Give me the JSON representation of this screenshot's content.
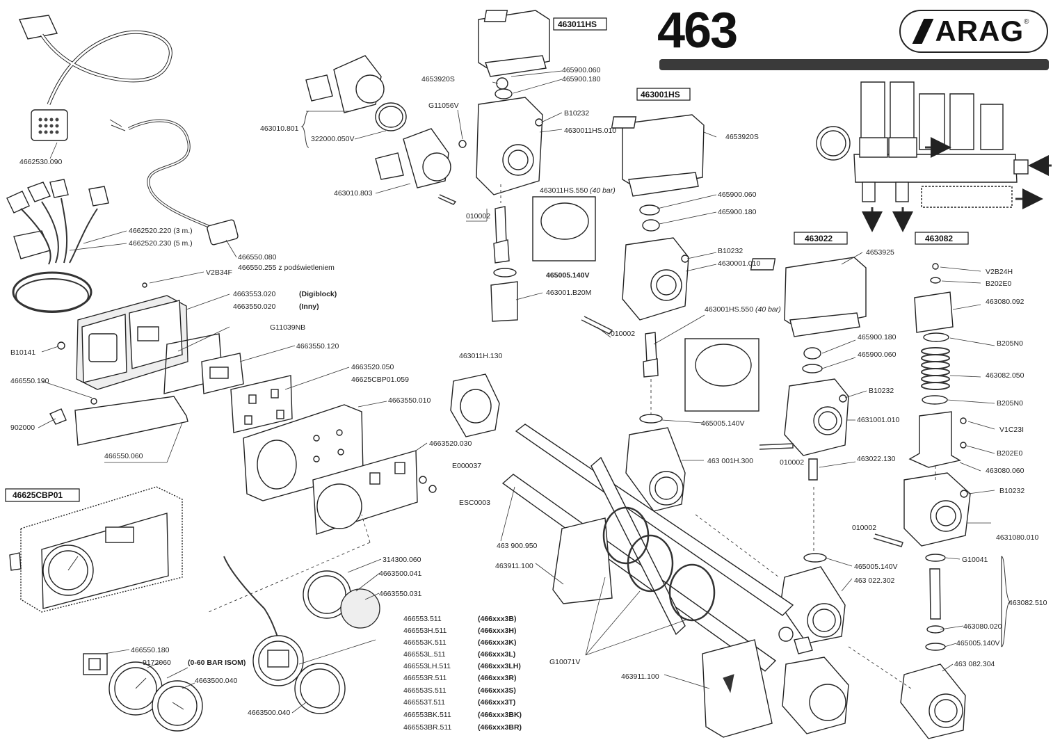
{
  "header": {
    "model_number": "463",
    "brand": "ARAG",
    "brand_mark": "®"
  },
  "boxes": {
    "b1": "463011HS",
    "b2": "463001HS",
    "b3": "463022",
    "b4": "463082",
    "b5": "46625CBP01"
  },
  "labels": {
    "l1": "4662530.090",
    "l2": "4662520.220 (3 m.)",
    "l3": "4662520.230 (5 m.)",
    "l4": "466550.080",
    "l5": "466550.255 z podświetleniem",
    "l6": "V2B34F",
    "l7": "4663553.020",
    "l8": "(Digiblock)",
    "l9": "4663550.020",
    "l10": "(Inny)",
    "l11": "G11039NB",
    "l12": "4663550.120",
    "l13": "4663520.050",
    "l14": "46625CBP01.059",
    "l15": "4663550.010",
    "l16": "4663520.030",
    "l17": "E000037",
    "l18": "ESC0003",
    "l19": "B10141",
    "l20": "466550.190",
    "l21": "902000",
    "l22": "466550.060",
    "l23": "463011H.130",
    "l24": "463 900.950",
    "l25": "463911.100",
    "l26": "G10071V",
    "l27": "463911.100",
    "l28": "314300.060",
    "l29": "4663500.041",
    "l30": "4663550.031",
    "l31": "466550.180",
    "l32": "9172060",
    "l33": "(0-60 BAR ISOM)",
    "l34": "4663500.040",
    "l35": "4663500.040",
    "l36": "4653920S",
    "l37": "465900.060",
    "l38": "465900.180",
    "l39": "G11056V",
    "l40": "B10232",
    "l41": "4630011HS.010",
    "l42": "463010.801",
    "l43": "322000.050V",
    "l44": "463010.803",
    "l45": "463011HS.550",
    "l46": "(40 bar)",
    "l47": "010002",
    "l48": "465005.140V",
    "l49": "463001.B20M",
    "l50": "4653920S",
    "l51": "465900.060",
    "l52": "465900.180",
    "l53": "B10232",
    "l54": "4630001.010",
    "l55": "463001HS.550",
    "l56": "(40 bar)",
    "l57": "010002",
    "l58": "465005.140V",
    "l59": "463 001H.300",
    "l60": "4653925",
    "l61": "465900.180",
    "l62": "465900.060",
    "l63": "B10232",
    "l64": "4631001.010",
    "l65": "010002",
    "l66": "463022.130",
    "l67": "465005.140V",
    "l68": "463 022.302",
    "l69": "V2B24H",
    "l70": "B202E0",
    "l71": "463080.092",
    "l72": "B205N0",
    "l73": "463082.050",
    "l74": "B205N0",
    "l75": "V1C23I",
    "l76": "B202E0",
    "l77": "463080.060",
    "l78": "B10232",
    "l79": "010002",
    "l80": "4631080.010",
    "l81": "G10041",
    "l82": "463082.510",
    "l83": "463080.020",
    "l84": "465005.140V",
    "l85": "463 082.304"
  },
  "parts_table": [
    {
      "code": "466553.511",
      "ref": "(466xxx3B)"
    },
    {
      "code": "466553H.511",
      "ref": "(466xxx3H)"
    },
    {
      "code": "466553K.511",
      "ref": "(466xxx3K)"
    },
    {
      "code": "466553L.511",
      "ref": "(466xxx3L)"
    },
    {
      "code": "466553LH.511",
      "ref": "(466xxx3LH)"
    },
    {
      "code": "466553R.511",
      "ref": "(466xxx3R)"
    },
    {
      "code": "466553S.511",
      "ref": "(466xxx3S)"
    },
    {
      "code": "466553T.511",
      "ref": "(466xxx3T)"
    },
    {
      "code": "466553BK.511",
      "ref": "(466xxx3BK)"
    },
    {
      "code": "466553BR.511",
      "ref": "(466xxx3BR)"
    }
  ]
}
